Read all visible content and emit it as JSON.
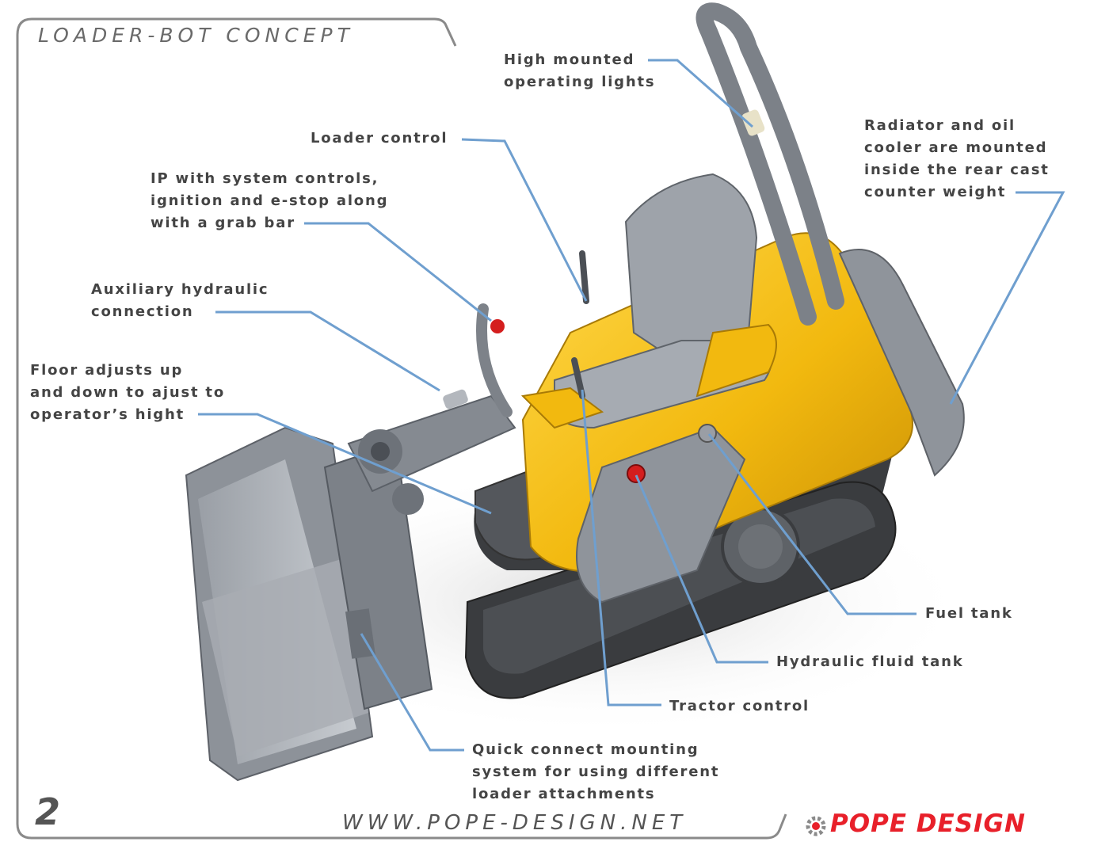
{
  "title": "LOADER-BOT CONCEPT",
  "page_number": "2",
  "website": "WWW.POPE-DESIGN.NET",
  "brand": "POPE DESIGN",
  "colors": {
    "machine_yellow": "#f2b90f",
    "leader_line": "#6f9fcf",
    "brand_red": "#e8202a",
    "frame_gray": "#8a8a8a"
  },
  "callouts": {
    "lights": [
      "High mounted",
      "operating lights"
    ],
    "loader_control": [
      "Loader control"
    ],
    "ip": [
      "IP with system controls,",
      "ignition  and e-stop along",
      "with a grab bar"
    ],
    "aux": [
      "Auxiliary hydraulic",
      "connection"
    ],
    "floor": [
      "Floor adjusts  up",
      "and down to ajust to",
      "operator’s hight"
    ],
    "radiator": [
      "Radiator and oil",
      "cooler are mounted",
      "inside the rear cast",
      "counter weight"
    ],
    "fuel": [
      "Fuel tank"
    ],
    "hydraulic_tank": [
      "Hydraulic fluid tank"
    ],
    "tractor": [
      "Tractor control"
    ],
    "quick_connect": [
      "Quick connect mounting",
      "system for using different",
      "loader attachments"
    ]
  }
}
